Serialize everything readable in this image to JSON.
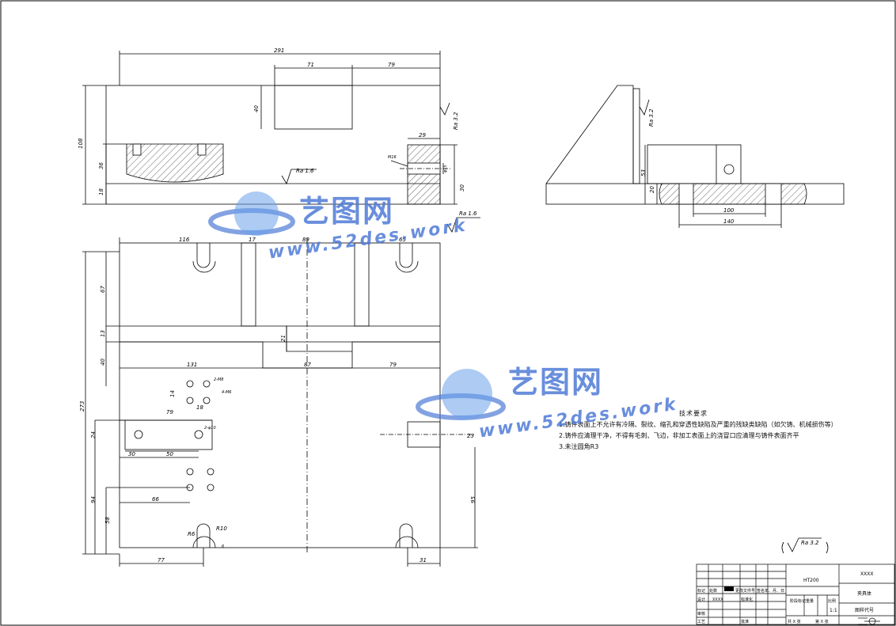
{
  "dimensions": {
    "top_view": {
      "overall_width": "291",
      "slot_width": "71",
      "right_offset": "79",
      "slot_depth": "40",
      "total_height": "108",
      "pocket_height": "36",
      "base_height": "18",
      "right_step": "29",
      "bore_dia": "φ15",
      "right_height": "30",
      "thread": "M16",
      "roughness_1": "Ra 1.6",
      "roughness_2": "Ra 1.6",
      "roughness_3": "Ra 3.2"
    },
    "side_view": {
      "roughness": "Ra 3.2",
      "height": "53",
      "base": "20",
      "inner_width": "100",
      "outer_width": "140"
    },
    "plan_view": {
      "left_w": "116",
      "slot_w": "17",
      "center_w": "89",
      "right_w": "65",
      "upper_h": "67",
      "mid_h": "13",
      "step_h": "21",
      "lower_h": "40",
      "seg_left": "131",
      "seg_mid": "87",
      "seg_right": "79",
      "total_h": "273",
      "h14": "14",
      "w18": "18",
      "tag_m8": "2-M8",
      "tag_m6": "4-M6",
      "w79": "79",
      "h24": "24",
      "tag_10": "2-φ10",
      "w30": "30",
      "w50": "50",
      "h94": "94",
      "w66": "66",
      "h58": "58",
      "r_r6": "R6",
      "r_r10": "R10",
      "h6": "6",
      "h95": "95",
      "w77": "77",
      "w31": "31",
      "h23": "23"
    }
  },
  "notes": {
    "title": "技术要求",
    "lines": [
      "1.铸件表面上不允许有冷隔、裂纹、缩孔和穿透性缺陷及严重的残缺类缺陷（如欠铸、机械损伤等）",
      "2.铸件应清理干净，不得有毛刺、飞边，非加工表面上的浇冒口应清理与铸件表面齐平",
      "3.未注圆角R3"
    ]
  },
  "surface_symbol": "Ra 3.2",
  "watermark": {
    "brand": "艺图网",
    "url": "www.52des.work"
  },
  "title_block": {
    "material": "HT200",
    "part_name": "夹具体",
    "company": "XXXX",
    "drawing_no": "图样代号",
    "scale": "1:1",
    "designer": "XXXX",
    "row_labels": [
      "标记",
      "处数",
      "更改文件号",
      "签名",
      "年、月、日",
      "设计",
      "标准化",
      "审核",
      "工艺",
      "批准"
    ],
    "cells": [
      "阶段标记",
      "重量",
      "比例",
      "共 X 张",
      "第 X 张"
    ]
  }
}
